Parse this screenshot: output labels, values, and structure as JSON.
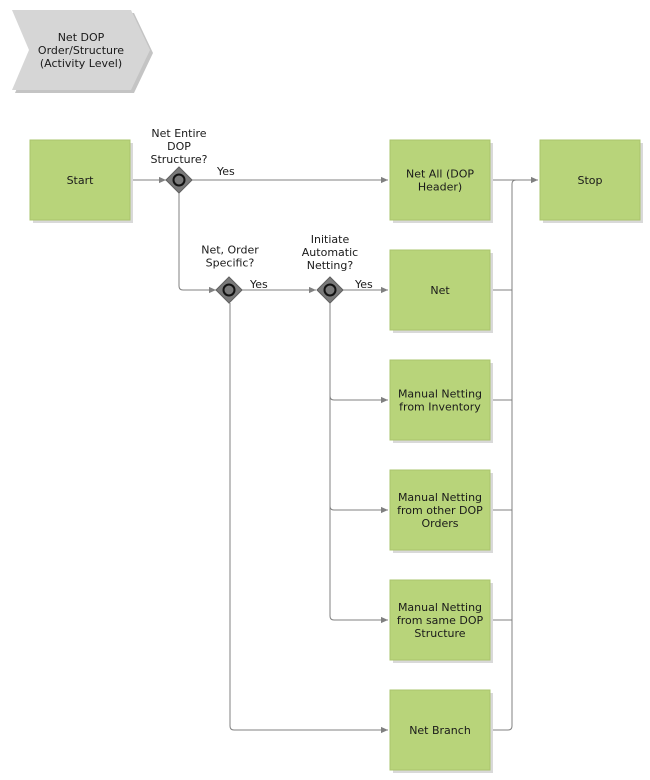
{
  "header": {
    "process_title": "Net DOP Order/Structure (Activity Level)"
  },
  "nodes": {
    "start": "Start",
    "stop": "Stop",
    "net_all": "Net All (DOP Header)",
    "net": "Net",
    "manual_inventory": "Manual Netting from Inventory",
    "manual_other": "Manual Netting from other DOP Orders",
    "manual_same": "Manual Netting from same DOP Structure",
    "net_branch": "Net Branch"
  },
  "gateways": {
    "entire": "Net Entire DOP Structure?",
    "order_specific": "Net, Order Specific?",
    "automatic": "Initiate Automatic Netting?"
  },
  "edge_labels": {
    "yes_entire": "Yes",
    "yes_order": "Yes",
    "yes_auto": "Yes"
  },
  "colors": {
    "task_fill": "#b8d47a",
    "gateway_fill": "#7a7a7a",
    "connector": "#808080",
    "header_fill": "#d6d6d6"
  }
}
